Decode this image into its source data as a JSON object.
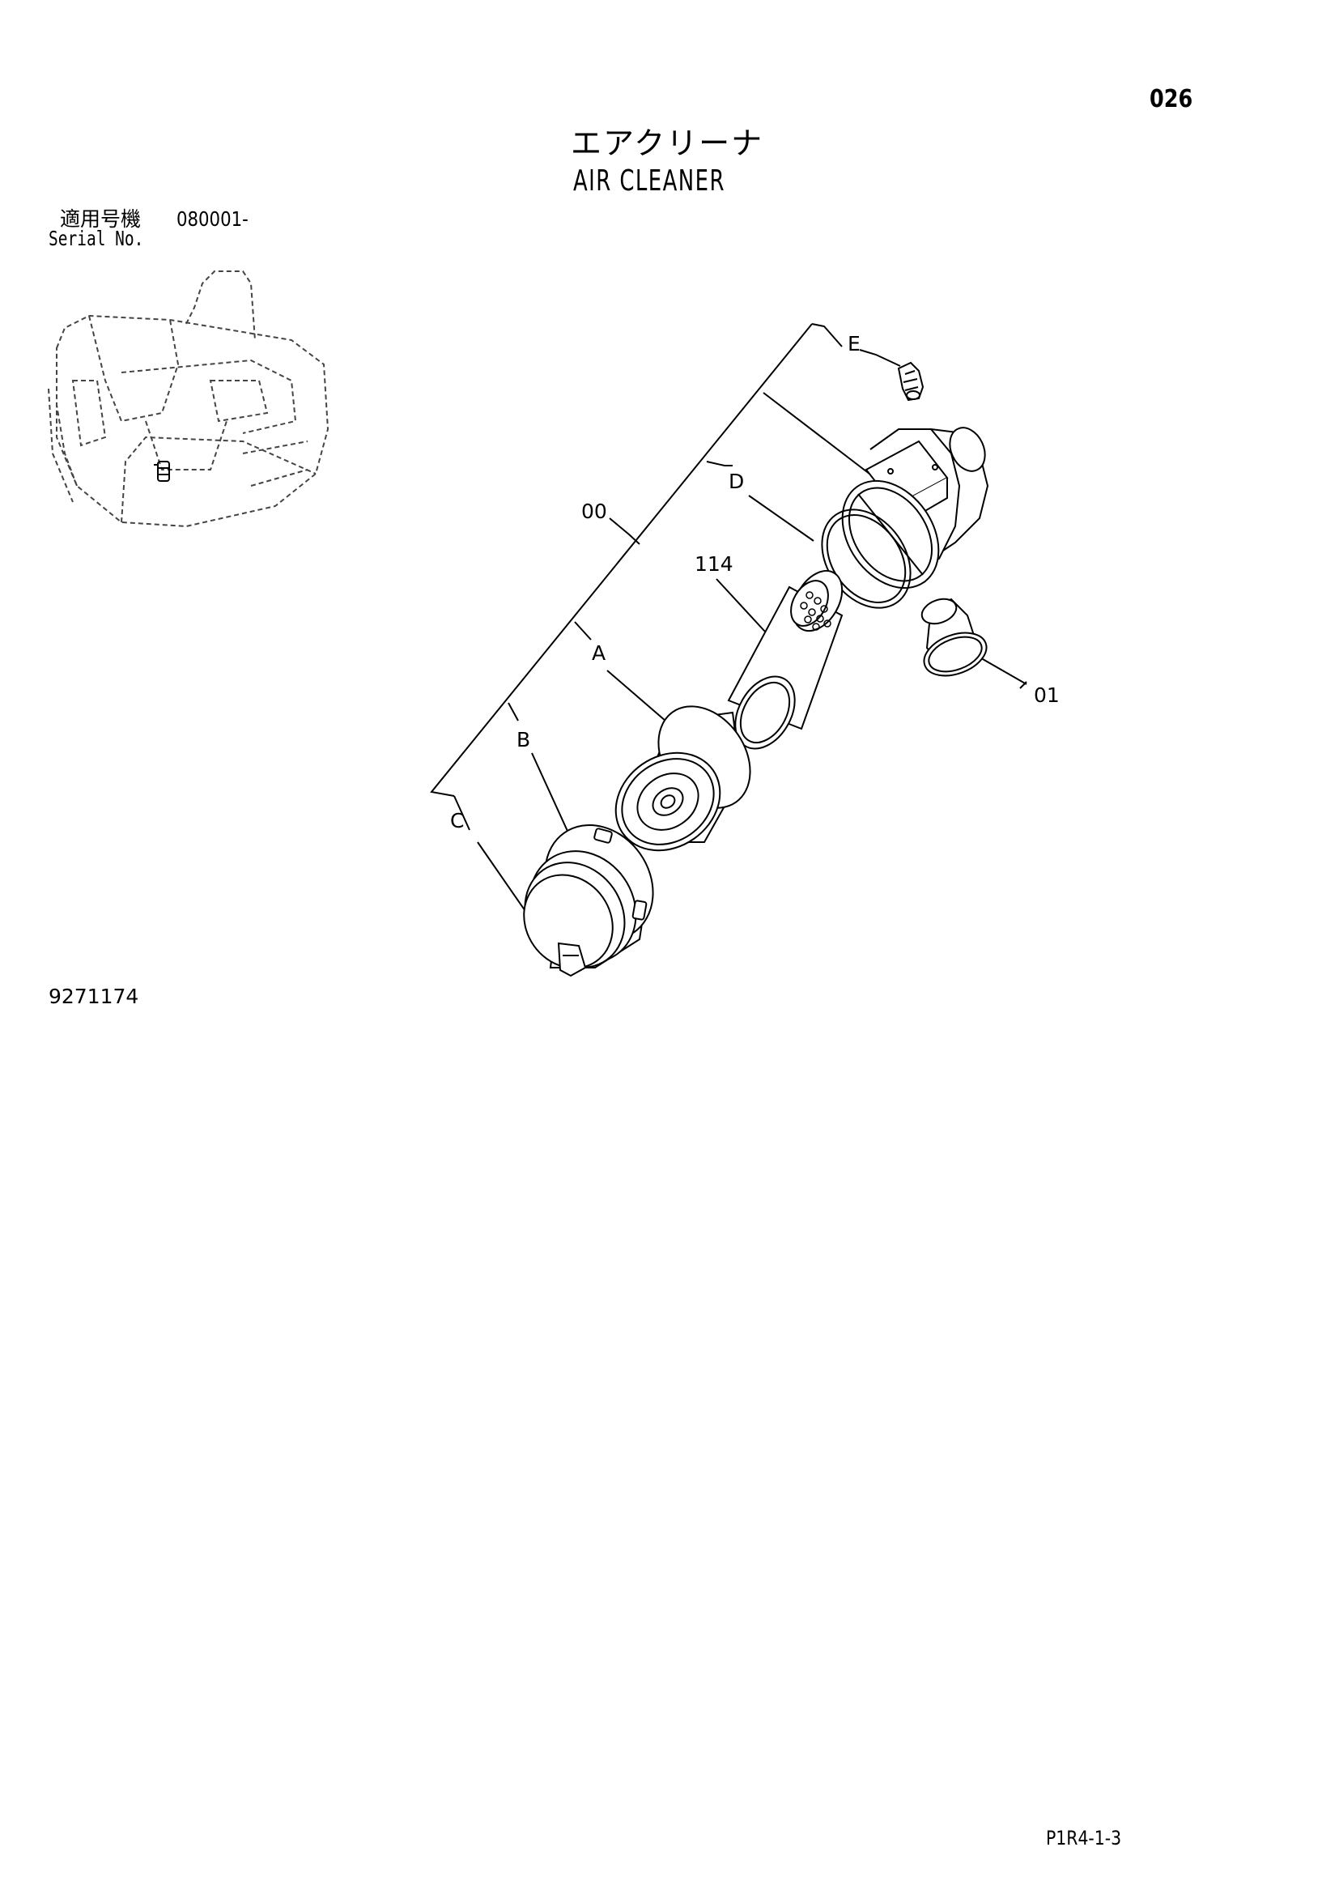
{
  "header": {
    "page_number": "026",
    "title_japanese": "エアクリーナ",
    "title_english": "AIR CLEANER"
  },
  "serial": {
    "label_japanese": "適用号機",
    "value": "080001-",
    "label_english": "Serial No."
  },
  "callouts": {
    "assembly": "00",
    "seal_ring": "114",
    "valve": "01",
    "A": "A",
    "B": "B",
    "C": "C",
    "D": "D",
    "E": "E"
  },
  "footer": {
    "drawing_number": "9271174",
    "page_code": "P1R4-1-3"
  }
}
